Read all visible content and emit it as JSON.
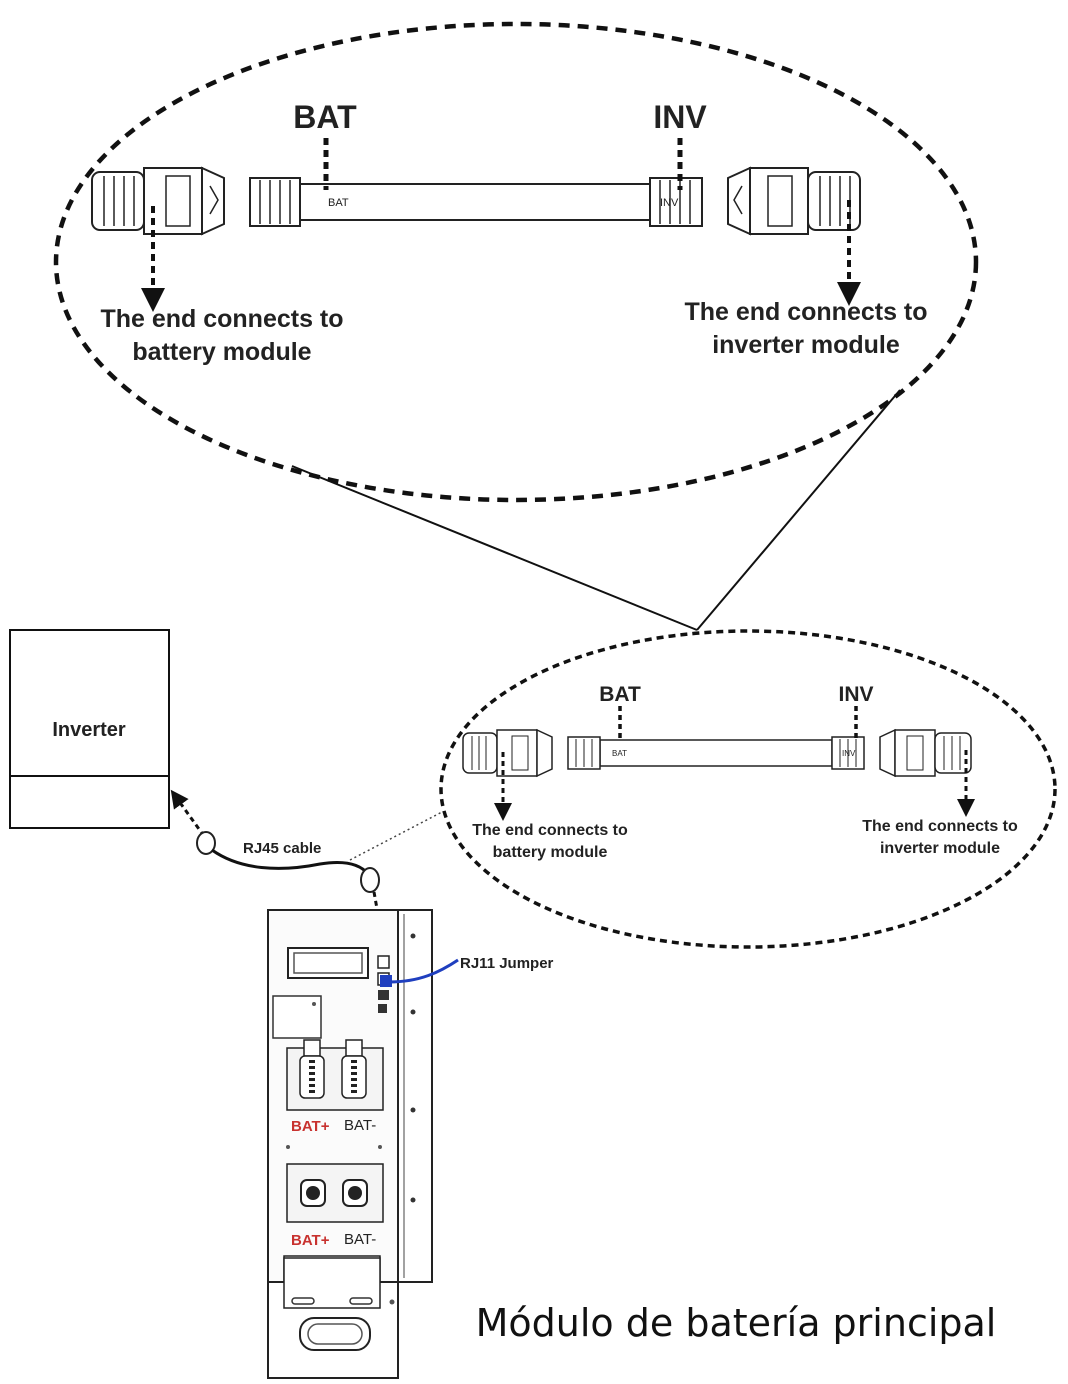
{
  "zoom_callout": {
    "bat_label": "BAT",
    "inv_label": "INV",
    "bat_plug_text": "BAT",
    "inv_plug_text": "INV",
    "bat_end_line1": "The end connects to",
    "bat_end_line2": "battery module",
    "inv_end_line1": "The end connects  to",
    "inv_end_line2": "inverter module"
  },
  "small_callout": {
    "bat_label": "BAT",
    "inv_label": "INV",
    "bat_plug_text": "BAT",
    "inv_plug_text": "INV",
    "bat_end_line1": "The end connects to",
    "bat_end_line2": "battery module",
    "inv_end_line1": "The end connects  to",
    "inv_end_line2": "inverter module"
  },
  "inverter": {
    "label": "Inverter"
  },
  "cables": {
    "rj45_label": "RJ45 cable",
    "rj11_label": "RJ11 Jumper"
  },
  "battery_module": {
    "upper_terminals": {
      "pos": "BAT+",
      "neg": "BAT-"
    },
    "lower_terminals": {
      "pos": "BAT+",
      "neg": "BAT-"
    }
  },
  "caption": "Módulo de batería principal",
  "colors": {
    "line": "#111111",
    "terminal_red": "#c8322f",
    "jumper_blue": "#1f3fbf",
    "panel_fill": "#f4f4f4"
  }
}
